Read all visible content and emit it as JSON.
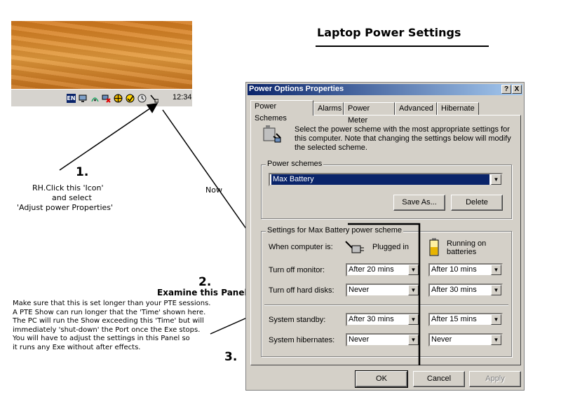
{
  "doc": {
    "title": "Laptop Power Settings"
  },
  "taskbar": {
    "clock": "12:34",
    "icons": [
      "EN",
      "display-icon",
      "network-icon",
      "network-disconnected-icon",
      "globe-icon",
      "norton-icon",
      "clock-icon",
      "power-plug-icon"
    ]
  },
  "annotations": {
    "step1_num": "1.",
    "step1_line1": "RH.Click this 'Icon'",
    "step1_line2": "and select",
    "step1_line3": "'Adjust power Properties'",
    "now": "Now",
    "step2_num": "2.",
    "step2_title": "Examine this Panel",
    "note_lines": [
      "Make sure that this is set longer than your PTE sessions.",
      "A PTE Show can run longer that the 'Time' shown here.",
      "The PC will run the Show exceeding this 'Time' but will",
      "immediately 'shut-down' the Port once the Exe stops.",
      "You will have to adjust the settings in this Panel so",
      "it runs any Exe without after effects."
    ],
    "step3_num": "3."
  },
  "dialog": {
    "title": "Power Options Properties",
    "help_btn": "?",
    "close_btn": "X",
    "tabs": [
      "Power Schemes",
      "Alarms",
      "Power Meter",
      "Advanced",
      "Hibernate"
    ],
    "description": "Select the power scheme with the most appropriate settings for this computer. Note that changing the settings below will modify the selected scheme.",
    "schemes_group_label": "Power schemes",
    "scheme_selected": "Max Battery",
    "save_as": "Save As...",
    "delete": "Delete",
    "settings_group_label": "Settings for Max Battery power scheme",
    "when_computer_is": "When computer is:",
    "plugged_in": "Plugged in",
    "running_on_batteries": "Running on batteries",
    "rows": [
      {
        "label": "Turn off monitor:",
        "plugged": "After 20 mins",
        "battery": "After 10 mins"
      },
      {
        "label": "Turn off hard disks:",
        "plugged": "Never",
        "battery": "After 30 mins"
      },
      {
        "label": "System standby:",
        "plugged": "After 30 mins",
        "battery": "After 15 mins"
      },
      {
        "label": "System hibernates:",
        "plugged": "Never",
        "battery": "Never"
      }
    ],
    "ok": "OK",
    "cancel": "Cancel",
    "apply": "Apply"
  },
  "colors": {
    "titlebar": "#0a246a",
    "dialog_bg": "#d4d0c8"
  }
}
